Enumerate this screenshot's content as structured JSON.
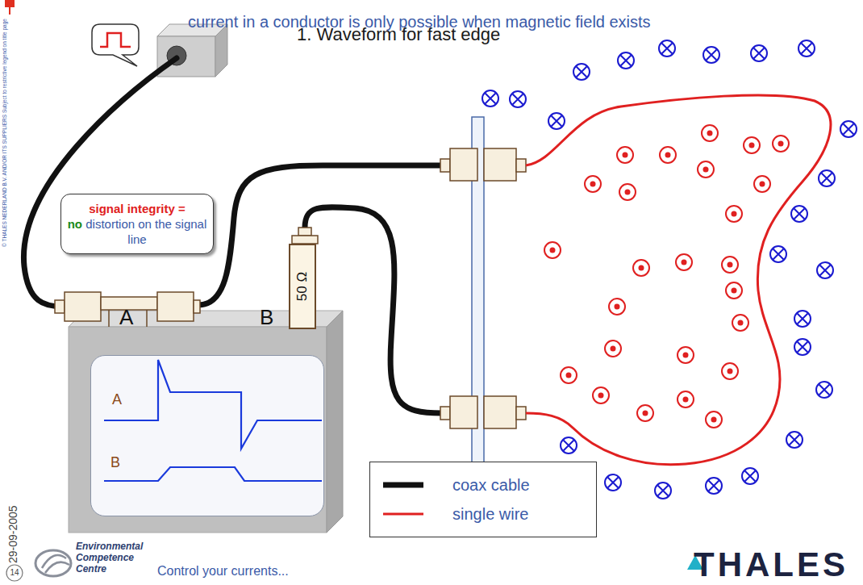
{
  "diagram": {
    "title": "current in a conductor is only possible when magnetic field exists",
    "nodes": [
      {
        "text": [
          "signal integrity =",
          "no",
          "distortion on the signal line"
        ]
      },
      {
        "text": [
          "50 Ω"
        ]
      },
      {
        "text": [
          "A",
          "B"
        ]
      }
    ],
    "labels": [
      "1. Waveform for fast edge",
      "A",
      "B",
      "29-09-2005",
      "14",
      "Environmental Competence Centre",
      "Control your currents...",
      "THALES",
      "© THALES NEDERLAND B.V. AND/OR ITS SUPPLIERS  Subject to restrictive legend on title page"
    ],
    "legend": [
      {
        "text": "coax cable"
      },
      {
        "text": "single wire"
      }
    ]
  }
}
